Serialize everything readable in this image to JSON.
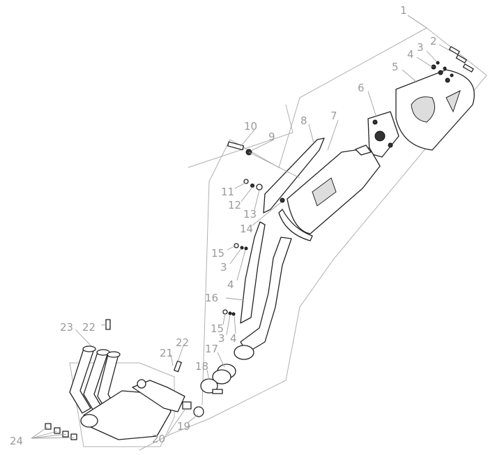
{
  "callouts": [
    "1",
    "2",
    "3",
    "4",
    "5",
    "6",
    "7",
    "8",
    "9",
    "10",
    "11",
    "12",
    "13",
    "14",
    "15",
    "3",
    "4",
    "16",
    "15",
    "3",
    "4",
    "17",
    "18",
    "21",
    "22",
    "23",
    "22",
    "24",
    "19",
    "20"
  ]
}
